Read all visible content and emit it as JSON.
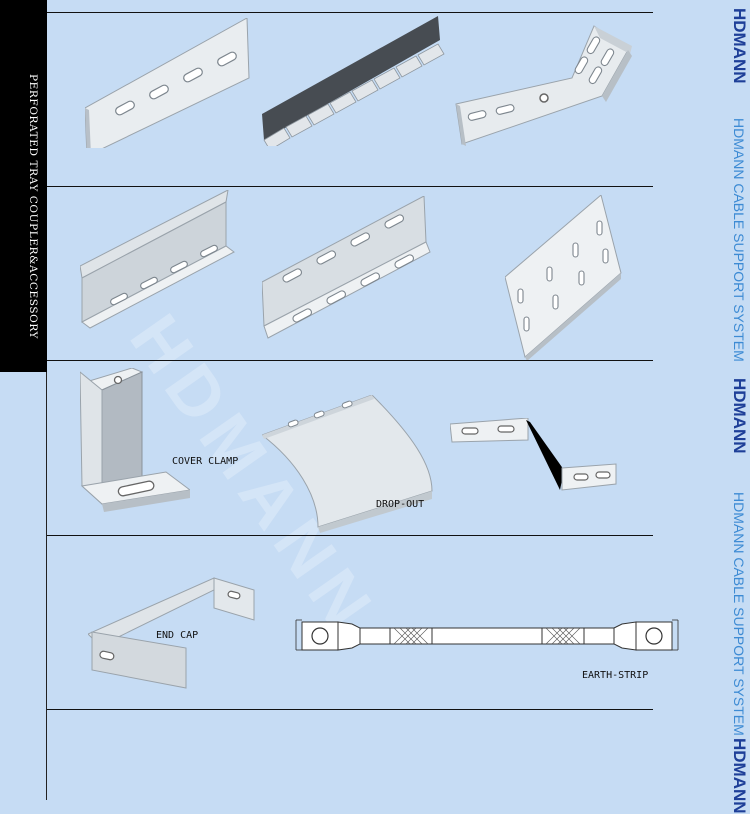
{
  "sidebar": {
    "title": "PERFORATED TRAY COUPLER&ACCESSORY"
  },
  "labels": {
    "cover_clamp": "COVER CLAMP",
    "drop_out": "DROP-OUT",
    "end_cap": "END CAP",
    "earth_strip": "EARTH-STRIP"
  },
  "brand": {
    "logo": "HDMANN",
    "tagline": "HDMANN CABLE SUPPORT SYSTEM"
  },
  "colors": {
    "sheet": "#e9edf0",
    "edge": "#8c959e",
    "background": "#c6dcf4",
    "brand": "#1e3f98",
    "tagline": "#3d8bd4"
  }
}
